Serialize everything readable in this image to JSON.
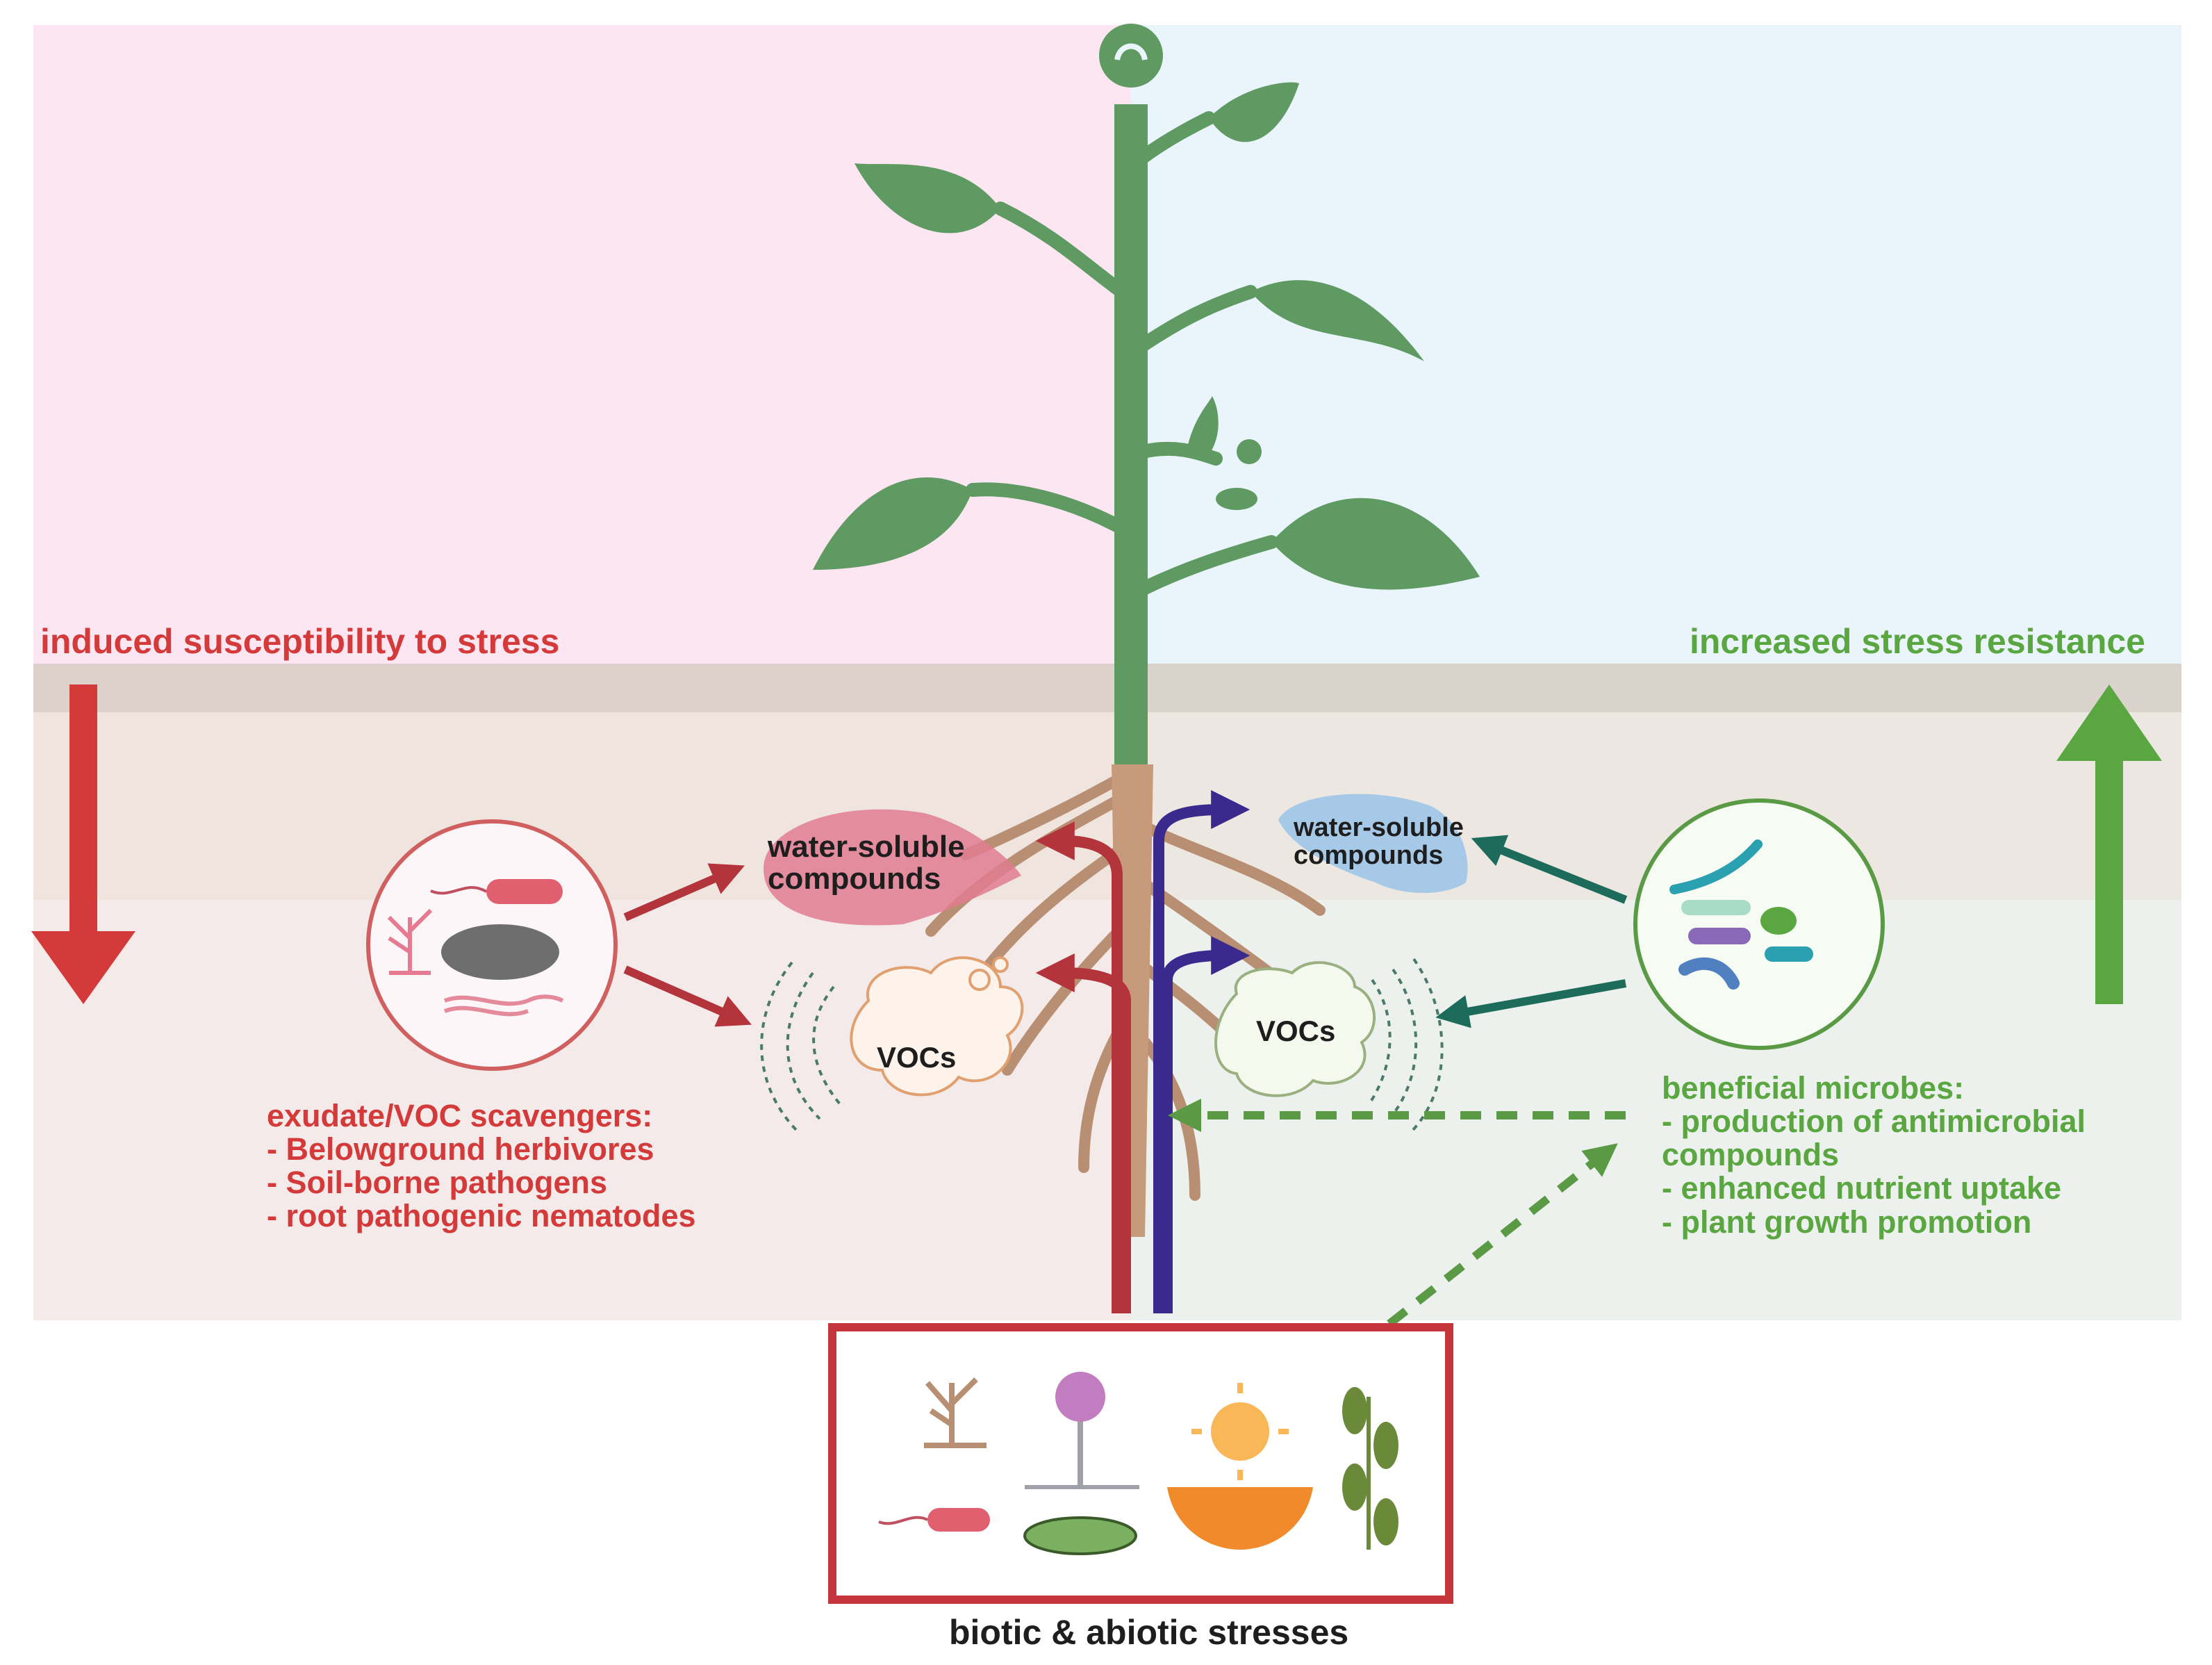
{
  "left_panel": {
    "heading": "induced susceptibility to stress",
    "scavengers_title": "exudate/VOC scavengers:",
    "scavengers": [
      "- Belowground herbivores",
      "- Soil-borne pathogens",
      "- root pathogenic nematodes"
    ],
    "compound_label": [
      "water-soluble",
      "compounds"
    ],
    "voc_label": "VOCs"
  },
  "right_panel": {
    "heading": "increased stress resistance",
    "microbes_title": "beneficial microbes:",
    "microbes": [
      "- production of  antimicrobial",
      "compounds",
      "- enhanced nutrient uptake",
      "- plant growth promotion"
    ],
    "compound_label": [
      "water-soluble",
      "compounds"
    ],
    "voc_label": "VOCs"
  },
  "bottom": {
    "caption": "biotic & abiotic stresses"
  },
  "colors": {
    "left_bg": "#fbe6f2",
    "right_bg": "#e9f5fb",
    "red": "#c3353a",
    "green": "#5aa640",
    "teal": "#1d6b5a",
    "purple": "#3b2a8e",
    "plant": "#5f9a63"
  }
}
